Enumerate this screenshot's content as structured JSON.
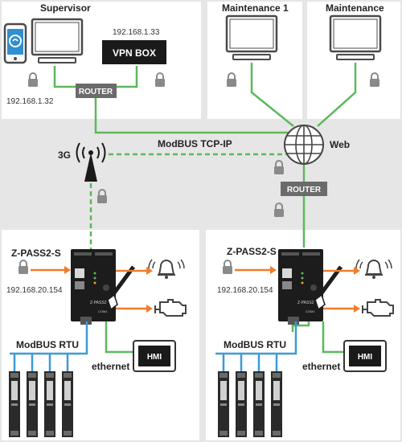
{
  "zones": {
    "supervisor": "Supervisor",
    "maintenance_1": "Maintenance 1",
    "maintenance_2": "Maintenance"
  },
  "network": {
    "vpn_box": "VPN BOX",
    "vpn_ip": "192.168.1.33",
    "supervisor_ip": "192.168.1.32",
    "router_top": "ROUTER",
    "router_web": "ROUTER",
    "modbus_tcp": "ModBUS TCP-IP",
    "web": "Web",
    "cellular": "3G"
  },
  "left_station": {
    "device": "Z-PASS2-S",
    "ip": "192.168.20.154",
    "rtu": "ModBUS RTU",
    "ethernet": "ethernet",
    "hmi": "HMI",
    "device_brand": "Z-PASS2",
    "port_label": "COM1"
  },
  "right_station": {
    "device": "Z-PASS2-S",
    "ip": "192.168.20.154",
    "rtu": "ModBUS RTU",
    "ethernet": "ethernet",
    "hmi": "HMI",
    "device_brand": "Z-PASS2",
    "port_label": "COM1"
  },
  "colors": {
    "background": "#e6e6e6",
    "panel": "#ffffff",
    "network_line": "#5cb85c",
    "serial_line": "#3a9bd8",
    "io_arrow": "#f07c2a",
    "lock": "#8a8a8a",
    "device": "#1c1c1c"
  },
  "icons": [
    "monitor-icon",
    "phone-icon",
    "lock-icon",
    "globe-icon",
    "antenna-icon",
    "alarm-bell-icon",
    "engine-icon",
    "din-module-icon"
  ]
}
